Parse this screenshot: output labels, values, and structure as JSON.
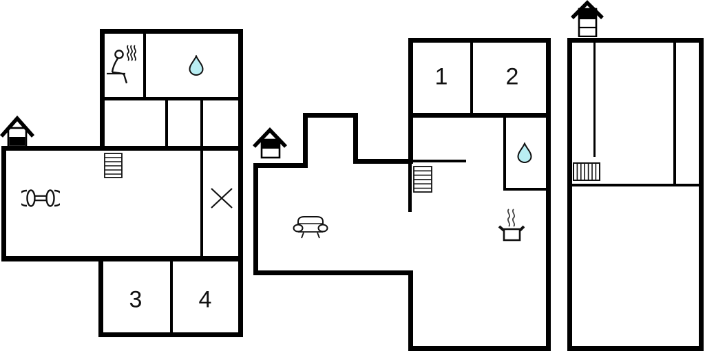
{
  "document": {
    "type": "holiday-home floor plan, three building sections",
    "background": "#ffffff",
    "line_color": "#000000",
    "water_drop_color": "#b9eef3"
  },
  "room_labels": {
    "room1": "1",
    "room2": "2",
    "room3": "3",
    "room4": "4"
  },
  "icons": {
    "left_building": [
      "chimney-icon",
      "sauna-icon",
      "water-drop-icon",
      "stairs-icon",
      "dumbbell-icon",
      "cross-icon"
    ],
    "middle_building": [
      "chimney-icon",
      "water-drop-icon",
      "stairs-icon",
      "sofa-icon",
      "cooking-pot-icon"
    ],
    "right_building": [
      "chimney-icon",
      "radiator-icon"
    ]
  }
}
